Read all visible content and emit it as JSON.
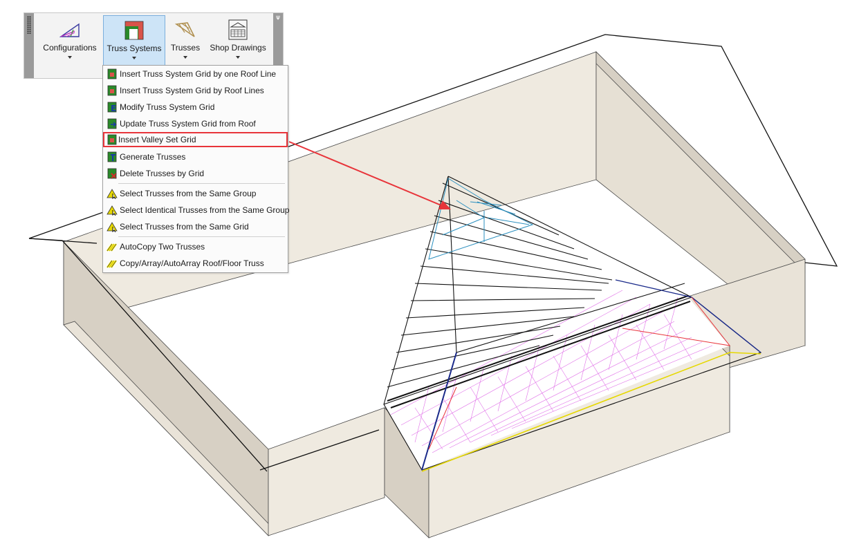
{
  "toolbar": {
    "buttons": [
      {
        "label": "Configurations",
        "icon": "configurations-icon"
      },
      {
        "label": "Truss Systems",
        "icon": "truss-systems-icon"
      },
      {
        "label": "Trusses",
        "icon": "trusses-icon"
      },
      {
        "label": "Shop Drawings",
        "icon": "shop-drawings-icon"
      }
    ]
  },
  "menu": {
    "items": [
      {
        "label": "Insert Truss System Grid by one Roof Line",
        "icon": "grid-insert-icon"
      },
      {
        "label": "Insert Truss System Grid by Roof Lines",
        "icon": "grid-insert-icon"
      },
      {
        "label": "Modify Truss System Grid",
        "icon": "grid-modify-icon"
      },
      {
        "label": "Update Truss System Grid from Roof",
        "icon": "grid-update-icon"
      },
      {
        "label": "Insert Valley Set Grid",
        "icon": "grid-insert-icon",
        "highlighted": true
      },
      {
        "label": "Generate Trusses",
        "icon": "generate-trusses-icon"
      },
      {
        "label": "Delete Trusses by Grid",
        "icon": "delete-trusses-icon"
      },
      {
        "label": "Select Trusses from the Same Group",
        "icon": "select-trusses-icon"
      },
      {
        "label": "Select Identical Trusses from the Same Group",
        "icon": "select-trusses-icon"
      },
      {
        "label": "Select Trusses from the Same Grid",
        "icon": "select-trusses-icon"
      },
      {
        "label": "AutoCopy Two Trusses",
        "icon": "autocopy-icon"
      },
      {
        "label": "Copy/Array/AutoArray Roof/Floor Truss",
        "icon": "array-truss-icon"
      }
    ]
  },
  "colors": {
    "wall_fill": "#efeae0",
    "wall_side": "#d7d0c4",
    "valley_truss": "#2a8fbf",
    "web_lines": "#e070e8",
    "callout": "#e8343a",
    "plate": "#e6d800"
  }
}
